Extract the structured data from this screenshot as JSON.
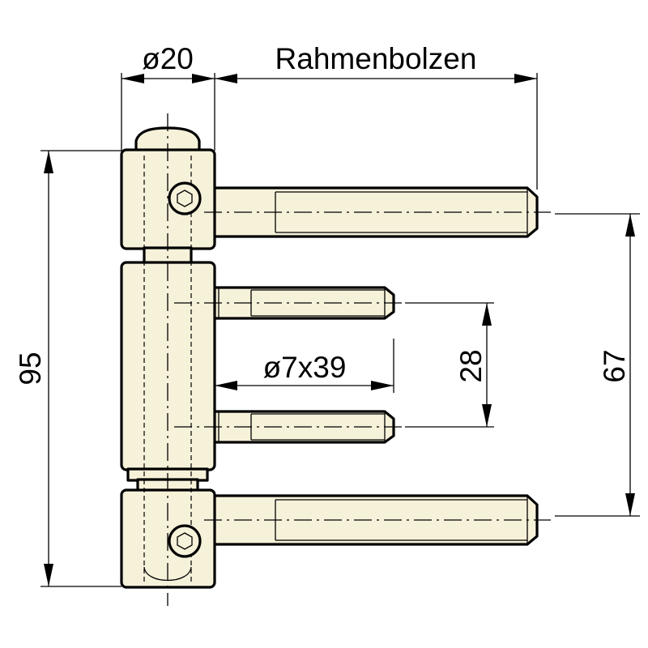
{
  "dimensions": {
    "diameter_barrel": "ø20",
    "frame_bolts": "Rahmenbolzen",
    "total_height": "95",
    "pin_spacing_small": "28",
    "pin_spacing_large": "67",
    "pin_size": "ø7x39"
  },
  "colors": {
    "part_fill": "#f6f1d9",
    "line": "#000000",
    "background": "#ffffff"
  }
}
